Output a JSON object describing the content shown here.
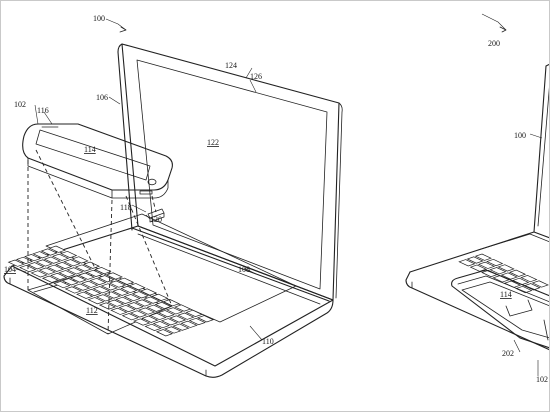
{
  "figure_left": {
    "ref_assembly": "100",
    "ref_phone": "102",
    "ref_base": "104",
    "ref_lid": "106",
    "ref_keyboard": "108",
    "ref_trackpad_edge": "110",
    "ref_trackpad": "112",
    "ref_phone_screen": "114",
    "ref_phone_speaker": "116",
    "ref_connector": "118",
    "ref_port": "120",
    "ref_display": "122",
    "ref_bezel": "124",
    "ref_lid_edge": "126"
  },
  "figure_right": {
    "ref_assembly": "200",
    "ref_laptop": "100",
    "ref_phone_screen": "114",
    "ref_cavity": "202",
    "ref_phone": "102"
  }
}
